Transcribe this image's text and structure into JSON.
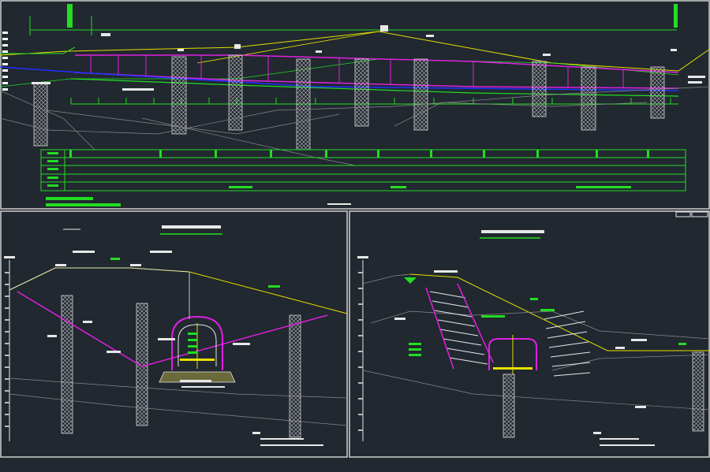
{
  "drawing": {
    "panels": [
      {
        "id": "longitudinal-profile"
      },
      {
        "id": "cross-section-left"
      },
      {
        "id": "cross-section-right"
      }
    ],
    "colors": {
      "background": "#212830",
      "frame": "#ffffff",
      "green": "#22dd22",
      "magenta": "#e020e0",
      "yellow": "#e6e000",
      "blue": "#2030ff",
      "gray": "#9a9a9a"
    }
  }
}
